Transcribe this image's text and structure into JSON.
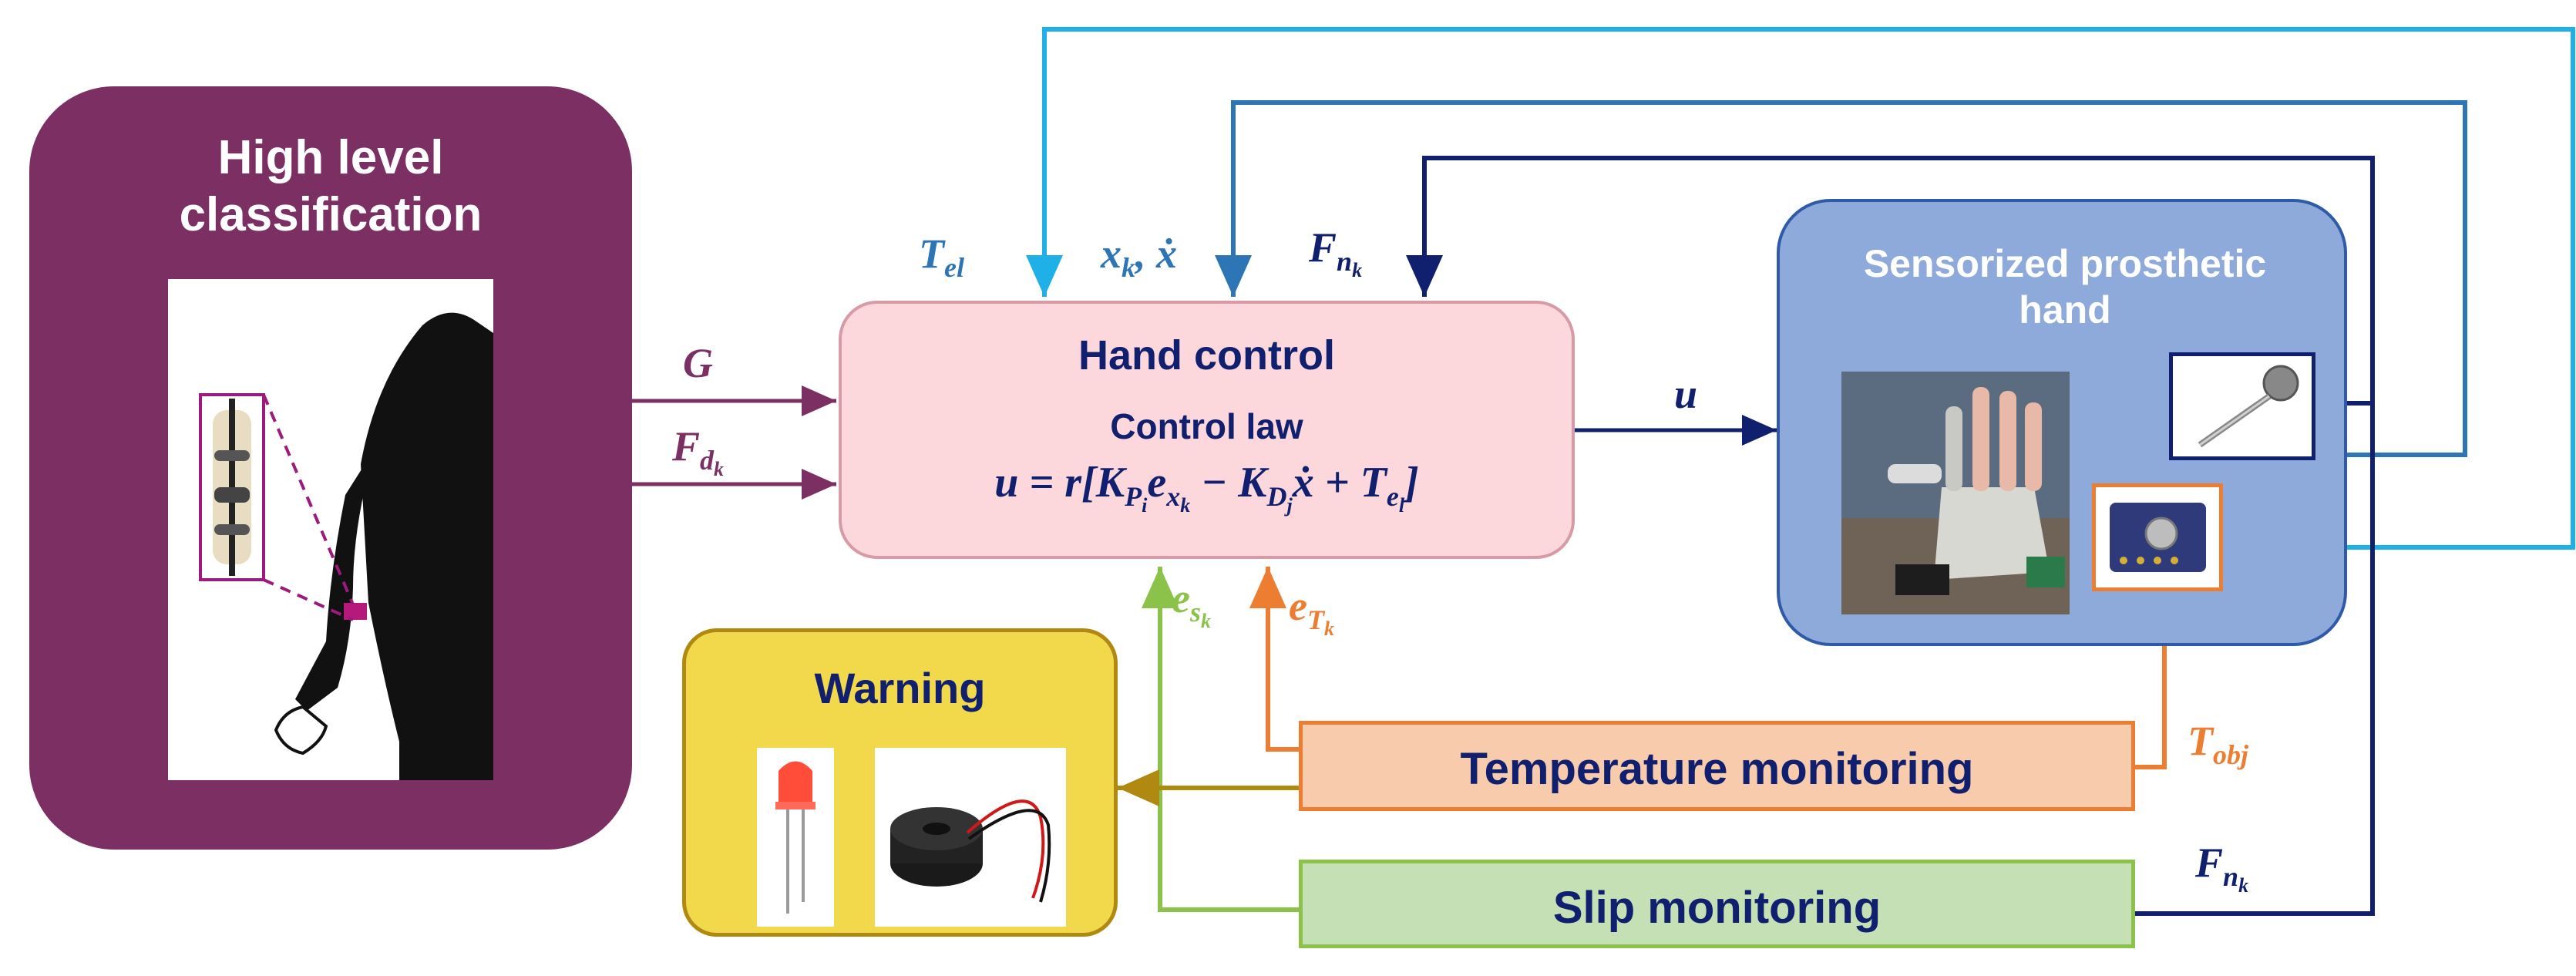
{
  "blocks": {
    "classification": {
      "title_line1": "High level",
      "title_line2": "classification"
    },
    "hand_control": {
      "title": "Hand control",
      "subtitle": "Control law",
      "law_prefix": "u = r[K",
      "law_mid": "e",
      "law_minus": " − K",
      "law_xdot": "ẋ + T"
    },
    "prosthetic": {
      "title_line1": "Sensorized prosthetic",
      "title_line2": "hand"
    },
    "warning": {
      "title": "Warning"
    },
    "temperature": {
      "title": "Temperature monitoring"
    },
    "slip": {
      "title": "Slip monitoring"
    }
  },
  "signals": {
    "G": "G",
    "Fd": "F",
    "Fd_sub": "d",
    "Fd_subsub": "k",
    "u": "u",
    "Tel": "T",
    "Tel_sub": "el",
    "xk": "x",
    "xk_sub": "k",
    "xk_rest": ", ẋ",
    "Fn": "F",
    "Fn_sub": "n",
    "Fn_subsub": "k",
    "es": "e",
    "es_sub": "s",
    "es_subsub": "k",
    "eT": "e",
    "eT_sub": "T",
    "eT_subsub": "k",
    "Tobj": "T",
    "Tobj_sub": "obj",
    "Fn2": "F",
    "Fn2_sub": "n",
    "Fn2_subsub": "k"
  },
  "law_subs": {
    "P": "P",
    "i": "i",
    "x": "x",
    "k": "k",
    "D": "D",
    "j": "j",
    "el": "el",
    "l": "l"
  },
  "colors": {
    "purple": "#7b2f63",
    "pink_fill": "#fcd8dc",
    "blue_box": "#8eaadb",
    "yellow": "#f2d84b",
    "orange_fill": "#f8cbad",
    "orange": "#ed7d31",
    "green_fill": "#c5e0b4",
    "green": "#8bc34a",
    "navy": "#10206e",
    "mid_blue": "#2e75b6",
    "light_blue": "#1fb0e8",
    "olive": "#b08a10"
  }
}
